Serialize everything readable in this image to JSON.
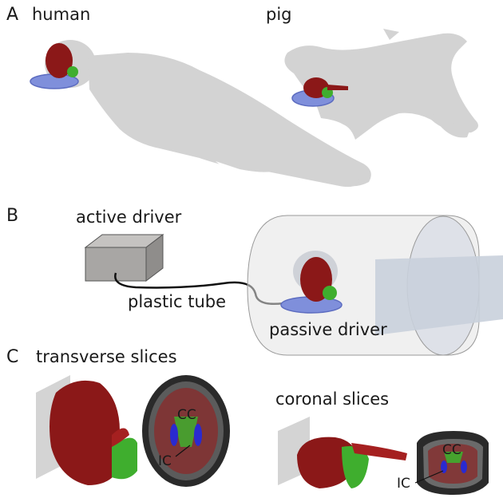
{
  "panel_a": {
    "letter": "A",
    "human_label": "human",
    "pig_label": "pig"
  },
  "panel_b": {
    "letter": "B",
    "active_driver": "active driver",
    "plastic_tube": "plastic tube",
    "passive_driver": "passive driver"
  },
  "panel_c": {
    "letter": "C",
    "transverse_label": "transverse slices",
    "coronal_label": "coronal slices",
    "cc_label": "CC",
    "ic_label": "IC",
    "cc_label_2": "CC",
    "ic_label_2": "IC"
  },
  "colors": {
    "silhouette": "#d3d3d3",
    "brain": "#8b1818",
    "cerebellum": "#3fae2e",
    "driver_plate": "#7f8fdb",
    "box": "#a8a6a4",
    "scanner": "#e4e4e4",
    "mri_dark": "#2a2a2a"
  }
}
